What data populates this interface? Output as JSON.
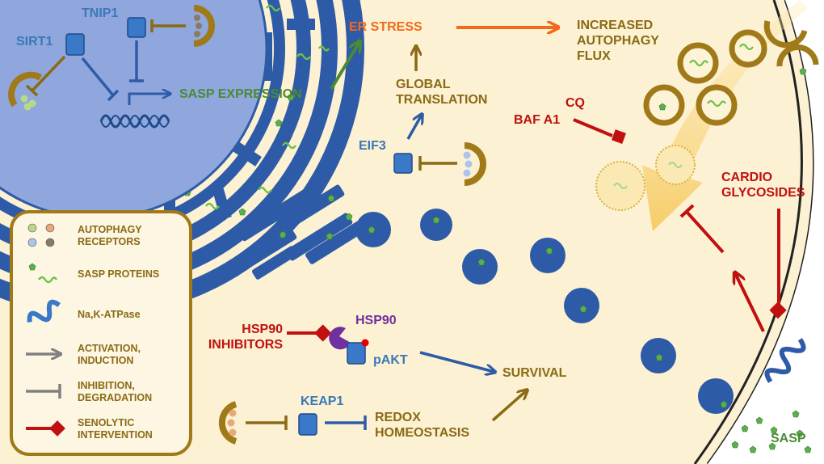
{
  "labels": {
    "tnip1": "TNIP1",
    "sirt1": "SIRT1",
    "sasp_expression": "SASP EXPRESSION",
    "er_stress": "ER STRESS",
    "increased_autophagy_flux": [
      "INCREASED",
      "AUTOPHAGY",
      "FLUX"
    ],
    "global_translation": [
      "GLOBAL",
      "TRANSLATION"
    ],
    "eif3": "EIF3",
    "cq": "CQ",
    "baf_a1": "BAF A1",
    "cardio_glycosides": [
      "CARDIO",
      "GLYCOSIDES"
    ],
    "hsp90_inhibitors": [
      "HSP90",
      "INHIBITORS"
    ],
    "hsp90": "HSP90",
    "pakt": "pAKT",
    "survival": "SURVIVAL",
    "keap1": "KEAP1",
    "redox_homeostasis": [
      "REDOX",
      "HOMEOSTASIS"
    ],
    "sasp": "SASP"
  },
  "legend": {
    "autophagy_receptors": [
      "AUTOPHAGY",
      "RECEPTORS"
    ],
    "sasp_proteins": "SASP PROTEINS",
    "na_k_atpase": "Na,K-ATPase",
    "activation": [
      "ACTIVATION,",
      "INDUCTION"
    ],
    "inhibition": [
      "INHIBITION,",
      "DEGRADATION"
    ],
    "senolytic": [
      "SENOLYTIC",
      "INTERVENTION"
    ]
  },
  "colors": {
    "cytoplasm": "#fcf1d2",
    "nucleus": "#8fa7dd",
    "er_blue": "#2e5ba8",
    "protein_green": "#5ab04a",
    "activation_gold": "#8a6a14",
    "orange_arrow": "#f26a1a",
    "green_arrow": "#4a8a34",
    "senolytic_red": "#c01010",
    "legend_gray": "#808080",
    "hsp90_purple": "#7030a0"
  }
}
